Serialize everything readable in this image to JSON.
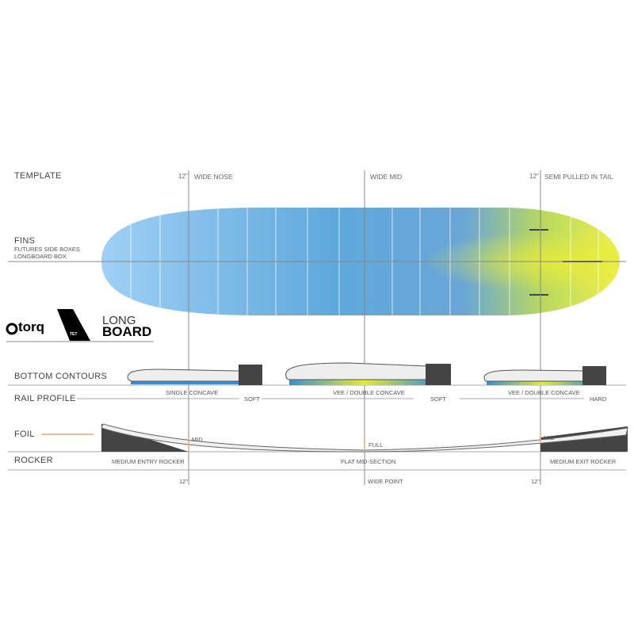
{
  "sections": {
    "template": "TEMPLATE",
    "fins": "FINS",
    "bottom_contours": "BOTTOM  CONTOURS",
    "rail_profile": "RAIL PROFILE",
    "foil": "FOIL",
    "rocker": "ROCKER"
  },
  "fins": {
    "line1": "FUTURES SIDE BOXES",
    "line2": "LONGBOARD BOX"
  },
  "template": {
    "left_measure": "12\"",
    "left_label": "WIDE NOSE",
    "mid_label": "WIDE MID",
    "right_measure": "12\"",
    "right_label": "SEMI PULLED IN TAIL"
  },
  "contours": {
    "left": "SINGLE CONCAVE",
    "mid": "VEE / DOUBLE CONCAVE",
    "right": "VEE / DOUBLE CONCAVE"
  },
  "rails": {
    "left": "SOFT",
    "mid": "SOFT",
    "right": "HARD"
  },
  "foil": {
    "left": "MID",
    "mid": "FULL",
    "right": "MID"
  },
  "rocker": {
    "left": "MEDIUM ENTRY ROCKER",
    "mid": "FLAT MID-SECTION",
    "right": "MEDIUM EXIT ROCKER"
  },
  "bottom_axis": {
    "left": "12\"",
    "mid": "WIDE POINT",
    "right": "12\""
  },
  "logos": {
    "brand": "torq",
    "badge": "TET",
    "model_line1": "LONG",
    "model_line2": "BOARD"
  },
  "colors": {
    "board_blue": "#6aaee0",
    "accent_yellow": "#e8ec3a",
    "foil_marker": "#e8a878",
    "dark_block": "#444444"
  }
}
